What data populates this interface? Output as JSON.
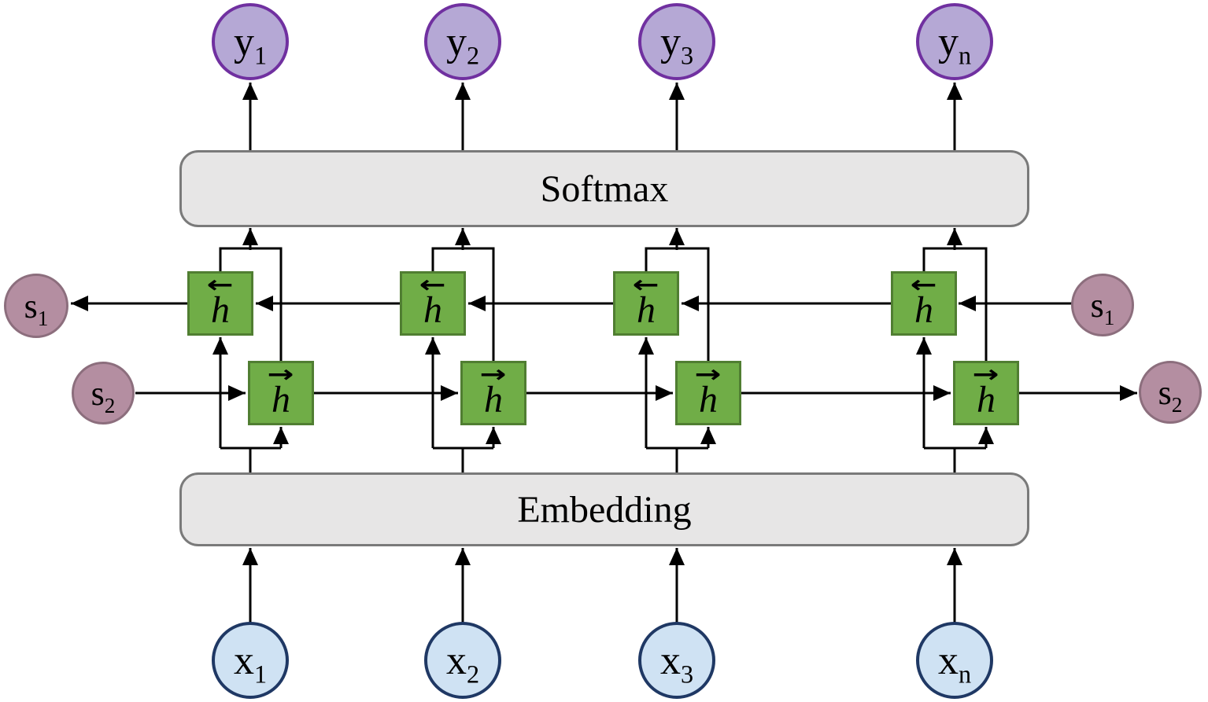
{
  "layers": {
    "softmax": "Softmax",
    "embedding": "Embedding"
  },
  "nodes": {
    "outputs": [
      {
        "base": "y",
        "sub": "1"
      },
      {
        "base": "y",
        "sub": "2"
      },
      {
        "base": "y",
        "sub": "3"
      },
      {
        "base": "y",
        "sub": "n"
      }
    ],
    "inputs": [
      {
        "base": "x",
        "sub": "1"
      },
      {
        "base": "x",
        "sub": "2"
      },
      {
        "base": "x",
        "sub": "3"
      },
      {
        "base": "x",
        "sub": "n"
      }
    ],
    "states_left": [
      {
        "base": "s",
        "sub": "1"
      },
      {
        "base": "s",
        "sub": "2"
      }
    ],
    "states_right": [
      {
        "base": "s",
        "sub": "1"
      },
      {
        "base": "s",
        "sub": "2"
      }
    ]
  },
  "hidden": {
    "backward": {
      "label": "h",
      "arrow": "←"
    },
    "forward": {
      "label": "h",
      "arrow": "→"
    }
  },
  "colors": {
    "output_fill": "#b5a8d5",
    "output_border": "#7030a0",
    "input_fill": "#cfe2f3",
    "input_border": "#1f3864",
    "state_fill": "#b48ea1",
    "state_border": "#8c6e7d",
    "hidden_fill": "#70ad47",
    "hidden_border": "#507e32",
    "layer_fill": "#e7e6e6",
    "layer_border": "#7a7a7a",
    "line": "#000000"
  }
}
